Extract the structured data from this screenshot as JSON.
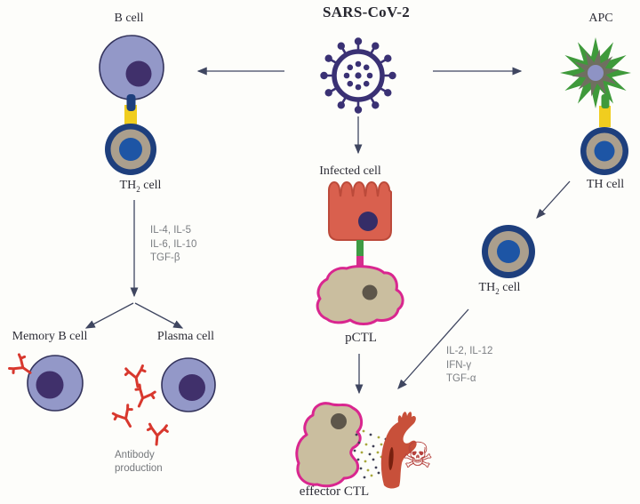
{
  "title": "SARS-CoV-2",
  "labels": {
    "b_cell": "B cell",
    "apc": "APC",
    "th2_left": {
      "pre": "TH",
      "sub": "2",
      "post": " cell"
    },
    "infected_cell": "Infected cell",
    "th_cell": "TH cell",
    "th2_right": {
      "pre": "TH",
      "sub": "2",
      "post": " cell"
    },
    "memory_b_cell": "Memory B cell",
    "plasma_cell": "Plasma cell",
    "antibody_production": {
      "line1": "Antibody",
      "line2": "production"
    },
    "pctl": "pCTL",
    "effector_ctl": "effector CTL"
  },
  "cytokines": {
    "left": [
      "IL-4, IL-5",
      "IL-6, IL-10",
      "TGF-β"
    ],
    "right": [
      "IL-2, IL-12",
      "IFN-γ",
      "TGF-α"
    ]
  },
  "icons": {
    "skull": "☠",
    "virus": "coronavirus-particle",
    "antibody": "Y-shaped-antibody"
  },
  "colors": {
    "background": "#fdfdfa",
    "virus": "#3a3174",
    "lymphocyte_body": "#9398c8",
    "lymphocyte_nucleus": "#40306b",
    "th_ring": "#1e3f7d",
    "th_cytoplasm": "#ab9f8d",
    "th_center": "#1d55a5",
    "synapse_yellow": "#f0cd1f",
    "apc_star_green": "#3f9a3b",
    "apc_star_gray": "#6f6f60",
    "infected_cell": "#d9604e",
    "ctl_fill": "#cabe9f",
    "ctl_outline": "#d9268f",
    "connector_green": "#3f9a44",
    "connector_magenta": "#d62e8c",
    "antibody_red": "#d8382e",
    "damaged_cell_red": "#c8503a",
    "arrow": "#3f4660",
    "label_text": "#2d2d36",
    "cytokine_text": "#7b7e82"
  }
}
